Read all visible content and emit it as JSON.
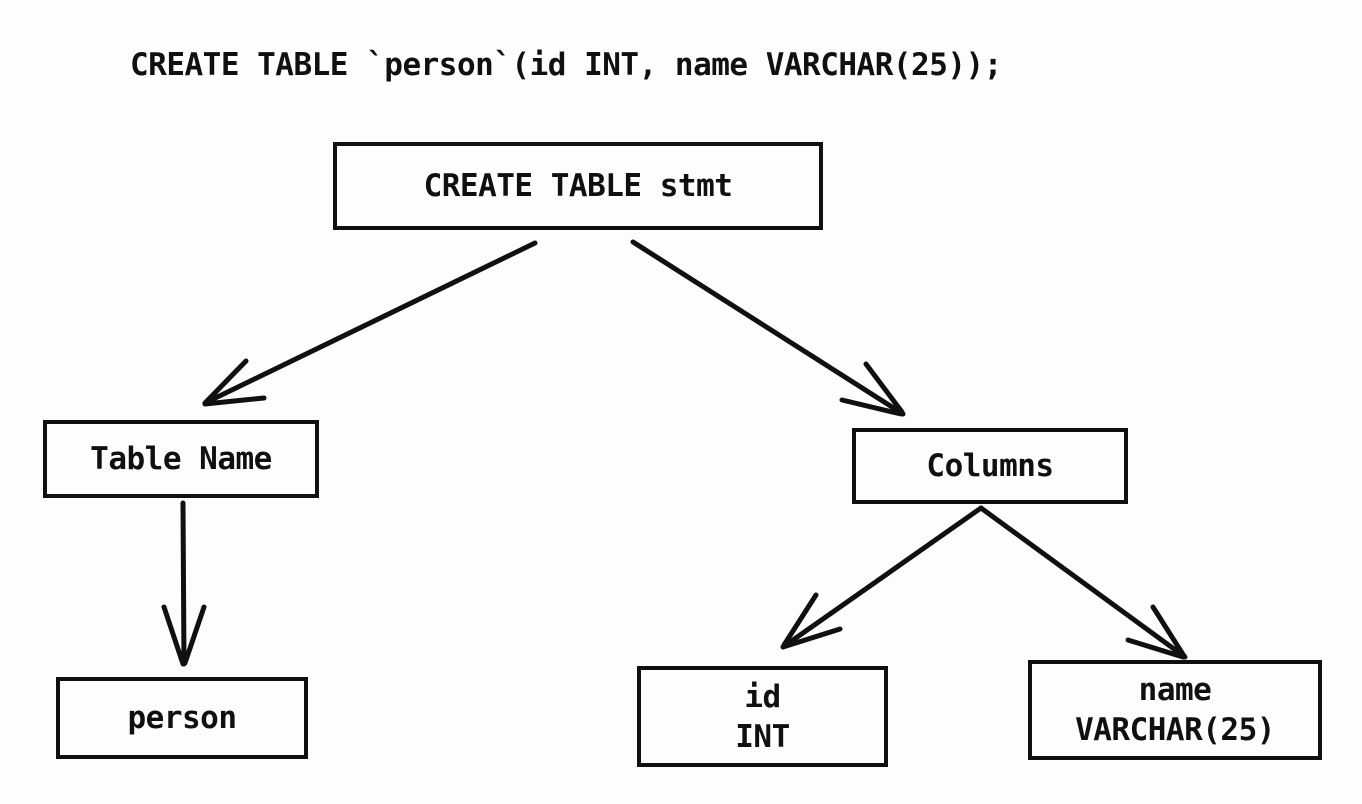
{
  "colors": {
    "ink": "#101010",
    "background": "#fdfdfd"
  },
  "sql_statement": "CREATE TABLE `person`(id INT, name VARCHAR(25));",
  "nodes": {
    "stmt": {
      "label": "CREATE TABLE stmt"
    },
    "table_name": {
      "label": "Table Name"
    },
    "columns": {
      "label": "Columns"
    },
    "person": {
      "label": "person"
    },
    "id_column": {
      "line1": "id",
      "line2": "INT"
    },
    "name_column": {
      "line1": "name",
      "line2": "VARCHAR(25)"
    }
  },
  "edges": [
    {
      "from": "stmt",
      "to": "table_name"
    },
    {
      "from": "stmt",
      "to": "columns"
    },
    {
      "from": "table_name",
      "to": "person"
    },
    {
      "from": "columns",
      "to": "id_column"
    },
    {
      "from": "columns",
      "to": "name_column"
    }
  ]
}
